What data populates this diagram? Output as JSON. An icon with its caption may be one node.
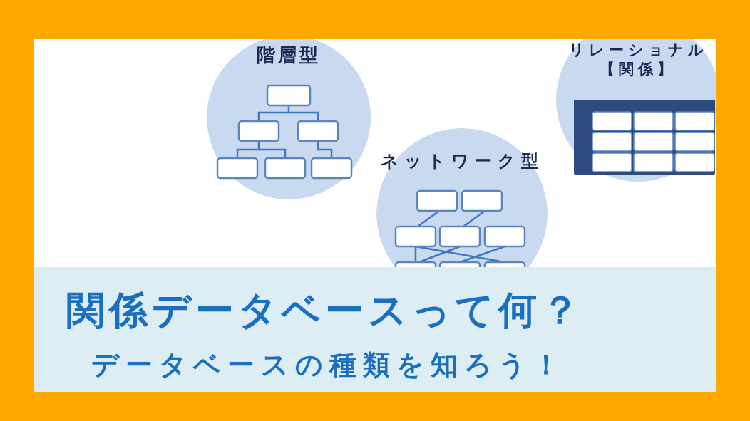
{
  "diagram": {
    "nodes": [
      {
        "text": [
          "階層型"
        ]
      },
      {
        "text": [
          "ネットワーク型"
        ]
      },
      {
        "text": [
          "リレーショナル【関係】"
        ]
      },
      {
        "text": [
          "関係データベースって何？",
          "データベースの種類を知ろう！"
        ]
      }
    ]
  }
}
